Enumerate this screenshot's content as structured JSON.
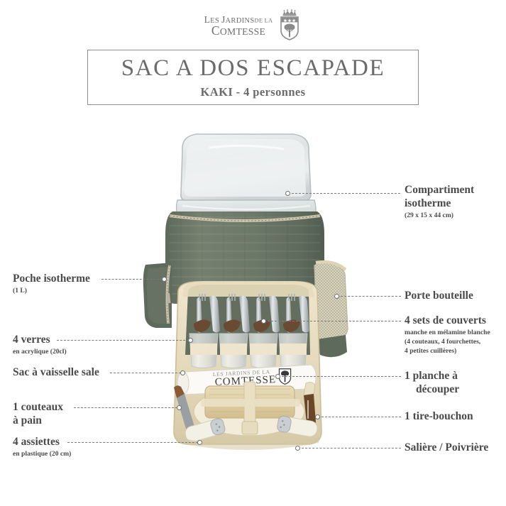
{
  "brand": {
    "name": "LES JARDINS DE LA COMTESSE",
    "line1_pre": "L",
    "line1": "ES ",
    "line1_j": "J",
    "line1_b": "ARDINS",
    "line1_small": "DE LA",
    "line2_c": "C",
    "line2": "OMTESSE",
    "crest_icon": "crest-tree-crown-icon"
  },
  "title": {
    "main": "SAC A DOS ESCAPADE",
    "sub": "KAKI - 4 personnes"
  },
  "colors": {
    "background": "#ffffff",
    "text": "#4a4a4a",
    "title_text": "#6b6b6b",
    "border": "#8e8e8e",
    "leader_line": "#7a7a7a",
    "bag_khaki": "#6e7a6b",
    "bag_khaki_dark": "#566155",
    "insulation_silver": "#d8dcdd",
    "interior_cream": "#e8dcc0",
    "wood": "#e3d2ae"
  },
  "product": {
    "alt": "Sac a dos pique-nique kaki ouvert 4 personnes",
    "parts": [
      "insulated-flap",
      "khaki-body",
      "side-pocket",
      "bottle-holder-mesh",
      "cutlery-set",
      "glasses",
      "rolled-bag",
      "cutting-board",
      "plates",
      "bread-knife",
      "corkscrew",
      "salt-pepper-shakers"
    ]
  },
  "callouts": {
    "right": [
      {
        "id": "compartiment-isotherme",
        "title": "Compartiment\nisotherme",
        "title_lines": [
          "Compartiment",
          "isotherme"
        ],
        "sub": [
          "(29 x 15 x 44 cm)"
        ]
      },
      {
        "id": "porte-bouteille",
        "title": "Porte bouteille",
        "title_lines": [
          "Porte bouteille"
        ],
        "sub": []
      },
      {
        "id": "sets-de-couverts",
        "title": "4 sets de couverts",
        "title_lines": [
          "4 sets de couverts"
        ],
        "sub": [
          "manche en mélamine blanche",
          "(4 couteaux, 4 fourchettes,",
          "4 petites cuillères)"
        ]
      },
      {
        "id": "planche-a-decouper",
        "title": "1 planche à découper",
        "title_lines": [
          "1 planche à",
          "découper"
        ],
        "sub": []
      },
      {
        "id": "tire-bouchon",
        "title": "1 tire-bouchon",
        "title_lines": [
          "1 tire-bouchon"
        ],
        "sub": []
      },
      {
        "id": "saliere-poivriere",
        "title": "Salière / Poivrière",
        "title_lines": [
          "Salière / Poivrière"
        ],
        "sub": []
      }
    ],
    "left": [
      {
        "id": "poche-isotherme",
        "title": "Poche isotherme",
        "title_lines": [
          "Poche isotherme"
        ],
        "sub": [
          "(1 L)"
        ]
      },
      {
        "id": "verres",
        "title": "4 verres",
        "title_lines": [
          "4 verres"
        ],
        "sub": [
          "en acrylique (20cl)"
        ]
      },
      {
        "id": "sac-a-vaisselle-sale",
        "title": "Sac à vaisselle sale",
        "title_lines": [
          "Sac à vaisselle sale"
        ],
        "sub": []
      },
      {
        "id": "couteau-a-pain",
        "title": "1 couteaux à pain",
        "title_lines": [
          "1 couteaux",
          "à pain"
        ],
        "sub": []
      },
      {
        "id": "assiettes",
        "title": "4 assiettes",
        "title_lines": [
          "4 assiettes"
        ],
        "sub": [
          "en plastique (20 cm)"
        ]
      }
    ]
  }
}
